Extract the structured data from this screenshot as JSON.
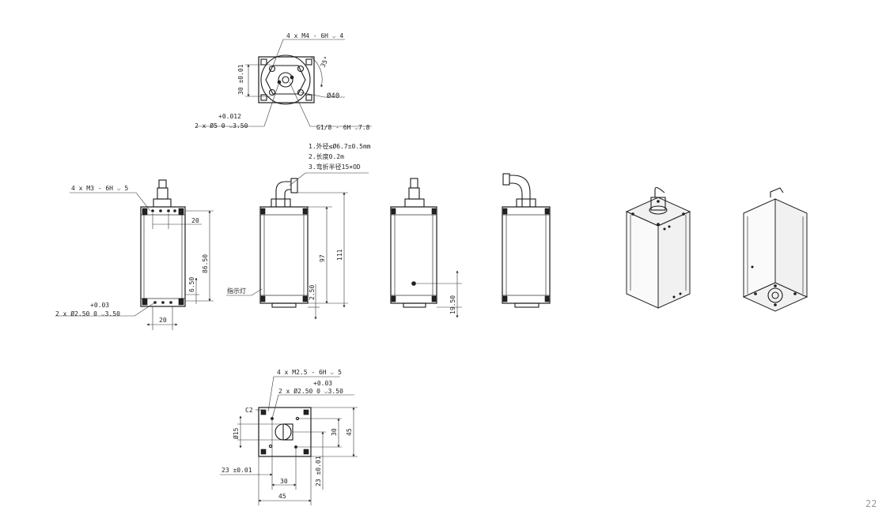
{
  "top_view": {
    "thread_note": "4 x M4 - 6H ⌵ 4",
    "dim_30_tol": "30 ±0.01",
    "angle": "35°",
    "dia_40": "Ø40",
    "pin_tol": "+0.012",
    "pin_note": "2 x Ø5  0   ⌵3.50",
    "port_note": "G1/8 - 6H ⌵7.8"
  },
  "front_view": {
    "thread_note": "4 x M3 - 6H ⌵ 5",
    "dim_20_top": "20",
    "dim_86_50": "86.50",
    "dim_6_50": "6.50",
    "pin_tol": "+0.03",
    "pin_note": "2 x Ø2.50  0   ⌵3.50",
    "dim_20_bottom": "20"
  },
  "side_view": {
    "note_1": "1.外径≤Ø6.7±0.5mm",
    "note_2": "2.长度0.2m",
    "note_3": "3.弯折半径15×OD",
    "indicator_label": "指示灯",
    "dim_97": "97",
    "dim_111": "111",
    "dim_2_50": "2.50"
  },
  "rear_view": {
    "dim_19_50": "19.50"
  },
  "bottom_view": {
    "thread_note": "4 x M2.5 - 6H ⌵ 5",
    "pin_tol": "+0.03",
    "pin_note": "2 x Ø2.50  0   ⌵3.50",
    "chamfer": "C2",
    "dia_15": "Ø15",
    "dim_30_v": "30",
    "dim_45_v": "45",
    "dim_23_h": "23 ±0.01",
    "dim_23_v": "23 ±0.01",
    "dim_30_h": "30",
    "dim_45_h": "45"
  },
  "page_number": "22"
}
